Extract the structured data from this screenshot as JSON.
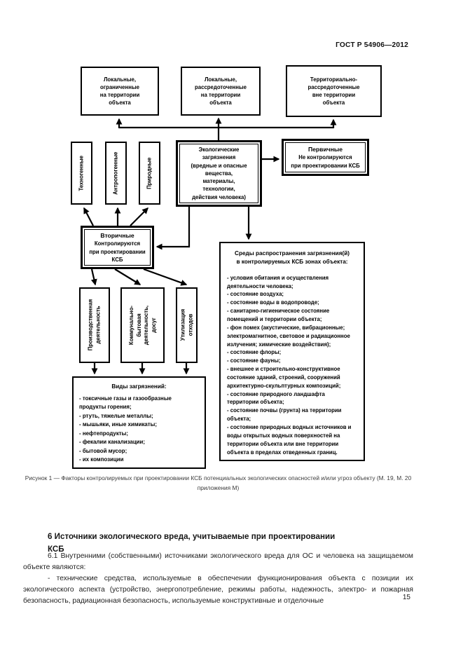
{
  "page": {
    "gost_header": "ГОСТ Р 54906—2012",
    "page_number": "15"
  },
  "figure": {
    "top_boxes": [
      {
        "text": "Локальные,\nограниченные\nна территории\nобъекта"
      },
      {
        "text": "Локальные,\nрассредоточенные\nна территории\nобъекта"
      },
      {
        "text": "Территориально-\nрассредоточенные\nвне территории\nобъекта"
      }
    ],
    "source_boxes": [
      {
        "text": "Техногенные"
      },
      {
        "text": "Антропогенные"
      },
      {
        "text": "Природные"
      }
    ],
    "eco_box": "Экологические\nзагрязнения\n(вредные и опасные\nвещества,\nматериалы,\nтехнологии,\nдействия человека)",
    "primary_box": {
      "title": "Первичные",
      "subtitle": "Не контролируются\nпри проектировании КСБ"
    },
    "secondary_box": {
      "title": "Вторичные",
      "subtitle": "Контролируются\nпри проектировании\nКСБ"
    },
    "activity_boxes": [
      {
        "text": "Производственная\nдеятельность"
      },
      {
        "text": "Коммунально-\nбытовая\nдеятельность,\nдосуг"
      },
      {
        "text": "Утилизация\nотходов"
      }
    ],
    "pollution_box": {
      "title": "Виды загрязнений:",
      "items": [
        "- токсичные газы и газообразные продукты горения;",
        "- ртуть, тяжелые металлы;",
        "- мышьяки, иные химикаты;",
        "- нефтепродукты;",
        "- фекалии канализации;",
        "- бытовой мусор;",
        "- их композиции"
      ]
    },
    "media_box": {
      "title": "Среды распространения загрязнения(й)\nв контролируемых КСБ зонах объекта:",
      "items": [
        "- условия обитания и осуществления деятельности человека;",
        "- состояние воздуха;",
        "- состояние воды в водопроводе;",
        "- санитарно-гигиеническое состояние помещений и территории объекта;",
        "- фон помех (акустические, вибрационные; электромагнитное, световое и радиационное излучения; химические воздействия);",
        "- состояние флоры;",
        "- состояние фауны;",
        "- внешнее и строительно-конструктивное состояние зданий, строений, сооружений архитектурно-скульптурных композиций;",
        "- состояние природного ландшафта территории объекта;",
        "- состояние почвы (грунта) на территории объекта;",
        "- состояние природных водных источников и воды открытых водных поверхностей на территории объекта или вне территории объекта в пределах отведенных границ."
      ]
    },
    "caption": "Рисунок 1 — Факторы контролируемых при проектировании КСБ потенциальных экологических опасностей и/или угроз объекту (М. 19, М. 20 приложения М)"
  },
  "section": {
    "heading": "6  Источники экологического вреда, учитываемые при проектировании\nКСБ"
  },
  "body": {
    "para1": "6.1  Внутренними (собственными) источниками экологического вреда для ОС и человека на защищаемом объекте являются:",
    "para2": "-  технические средства, используемые в обеспечении функционирования объекта с позиции их экологического аспекта (устройство, энергопотребление, режимы работы, надежность, электро- и пожарная безопасность, радиационная безопасность, используемые конструктивные и отделочные"
  }
}
